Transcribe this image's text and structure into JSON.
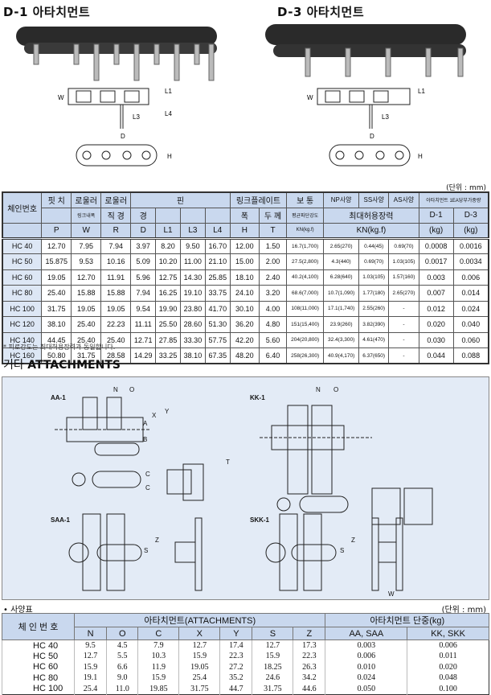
{
  "headings": {
    "d1": "D-1 아타치먼트",
    "d3": "D-3 아타치먼트",
    "attachments_prefix": "기타",
    "attachments": "ATTACHMENTS"
  },
  "unit": "(단위 : mm)",
  "unit2": "(단위 : mm)",
  "note": "* 피로강도는 최대허용장력과 동일합니다.",
  "spec_label": "• 사양표",
  "diagram_labels": {
    "aa": "AA-1",
    "kk": "KK-1",
    "saa": "SAA-1",
    "skk": "SKK-1",
    "D": "D",
    "W": "W",
    "H": "H",
    "L1": "L1",
    "L3": "L3",
    "L4": "L4",
    "N": "N",
    "O": "O",
    "A": "A",
    "B": "B",
    "X": "X",
    "Y": "Y",
    "C": "C",
    "S": "S",
    "Z": "Z",
    "T": "T"
  },
  "table1": {
    "h_chain": "체인번호",
    "h_pitch": "핏 치",
    "h_roller1": "로울러",
    "h_roller2": "로울러",
    "h_pin": "핀",
    "h_link": "링크플레이트",
    "h_normal": "보 통",
    "h_np": "NP사양",
    "h_ss": "SS사양",
    "h_as": "AS사양",
    "h_addw": "아타치먼트 1EA당부가중량",
    "h_width_inner": "링크내폭",
    "h_dia": "직 경",
    "h_pindia": "경",
    "h_width": "폭",
    "h_thick": "두 께",
    "h_avg": "평균파단강도",
    "h_maxt": "최대허용장력",
    "h_d1": "D-1",
    "h_d3": "D-3",
    "sym": [
      "P",
      "W",
      "R",
      "D",
      "L1",
      "L3",
      "L4",
      "H",
      "T",
      "KN(kg.f)",
      "KN(kg.f)",
      "(kg)",
      "(kg)"
    ],
    "rows": [
      [
        "HC 40",
        "12.70",
        "7.95",
        "7.94",
        "3.97",
        "8.20",
        "9.50",
        "16.70",
        "12.00",
        "1.50",
        "16.7(1,700)",
        "2.65(270)",
        "0.44(45)",
        "0.69(70)",
        "0.0008",
        "0.0016"
      ],
      [
        "HC 50",
        "15.875",
        "9.53",
        "10.16",
        "5.09",
        "10.20",
        "11.00",
        "21.10",
        "15.00",
        "2.00",
        "27.5(2,800)",
        "4.3(440)",
        "0.69(70)",
        "1.03(105)",
        "0.0017",
        "0.0034"
      ],
      [
        "HC 60",
        "19.05",
        "12.70",
        "11.91",
        "5.96",
        "12.75",
        "14.30",
        "25.85",
        "18.10",
        "2.40",
        "40.2(4,100)",
        "6.28(640)",
        "1.03(105)",
        "1.57(160)",
        "0.003",
        "0.006"
      ],
      [
        "HC 80",
        "25.40",
        "15.88",
        "15.88",
        "7.94",
        "16.25",
        "19.10",
        "33.75",
        "24.10",
        "3.20",
        "68.6(7,000)",
        "10.7(1,090)",
        "1.77(180)",
        "2.65(270)",
        "0.007",
        "0.014"
      ],
      [
        "HC 100",
        "31.75",
        "19.05",
        "19.05",
        "9.54",
        "19.90",
        "23.80",
        "41.70",
        "30.10",
        "4.00",
        "108(11,000)",
        "17.1(1,740)",
        "2.55(260)",
        "-",
        "0.012",
        "0.024"
      ],
      [
        "HC 120",
        "38.10",
        "25.40",
        "22.23",
        "11.11",
        "25.50",
        "28.60",
        "51.30",
        "36.20",
        "4.80",
        "151(15,400)",
        "23.9(260)",
        "3.82(390)",
        "-",
        "0.020",
        "0.040"
      ],
      [
        "HC 140",
        "44.45",
        "25.40",
        "25.40",
        "12.71",
        "27.85",
        "33.30",
        "57.75",
        "42.20",
        "5.60",
        "204(20,800)",
        "32.4(3,300)",
        "4.61(470)",
        "-",
        "0.030",
        "0.060"
      ],
      [
        "HC 160",
        "50.80",
        "31.75",
        "28.58",
        "14.29",
        "33.25",
        "38.10",
        "67.35",
        "48.20",
        "6.40",
        "258(26,300)",
        "40.9(4,170)",
        "6.37(650)",
        "-",
        "0.044",
        "0.088"
      ]
    ]
  },
  "table2": {
    "h_chain": "체 인 번 호",
    "h_att": "아타치먼트(ATTACHMENTS)",
    "h_weight": "아타치먼트 단중(kg)",
    "cols": [
      "N",
      "O",
      "C",
      "X",
      "Y",
      "S",
      "Z",
      "AA, SAA",
      "KK, SKK"
    ],
    "rows": [
      [
        "HC  40",
        "9.5",
        "4.5",
        "7.9",
        "12.7",
        "17.4",
        "12.7",
        "17.3",
        "0.003",
        "0.006"
      ],
      [
        "HC  50",
        "12.7",
        "5.5",
        "10.3",
        "15.9",
        "22.3",
        "15.9",
        "22.3",
        "0.006",
        "0.011"
      ],
      [
        "HC  60",
        "15.9",
        "6.6",
        "11.9",
        "19.05",
        "27.2",
        "18.25",
        "26.3",
        "0.010",
        "0.020"
      ],
      [
        "HC  80",
        "19.1",
        "9.0",
        "15.9",
        "25.4",
        "35.2",
        "24.6",
        "34.2",
        "0.024",
        "0.048"
      ],
      [
        "HC 100",
        "25.4",
        "11.0",
        "19.85",
        "31.75",
        "44.7",
        "31.75",
        "44.6",
        "0.050",
        "0.100"
      ]
    ]
  }
}
